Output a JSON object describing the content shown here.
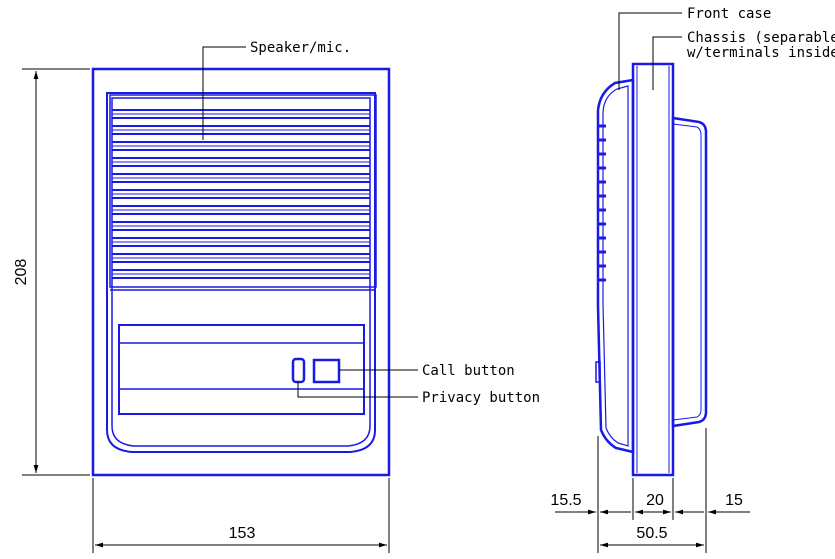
{
  "labels": {
    "speaker": "Speaker/mic.",
    "call": "Call button",
    "privacy": "Privacy button",
    "front_case": "Front case",
    "chassis_line1": "Chassis (separable",
    "chassis_line2": "w/terminals inside)"
  },
  "dimensions": {
    "height": "208",
    "width": "153",
    "front": "15.5",
    "middle": "20",
    "back": "15",
    "depth": "50.5"
  },
  "colors": {
    "outline": "#1a1ae6",
    "dimension": "#000000"
  }
}
